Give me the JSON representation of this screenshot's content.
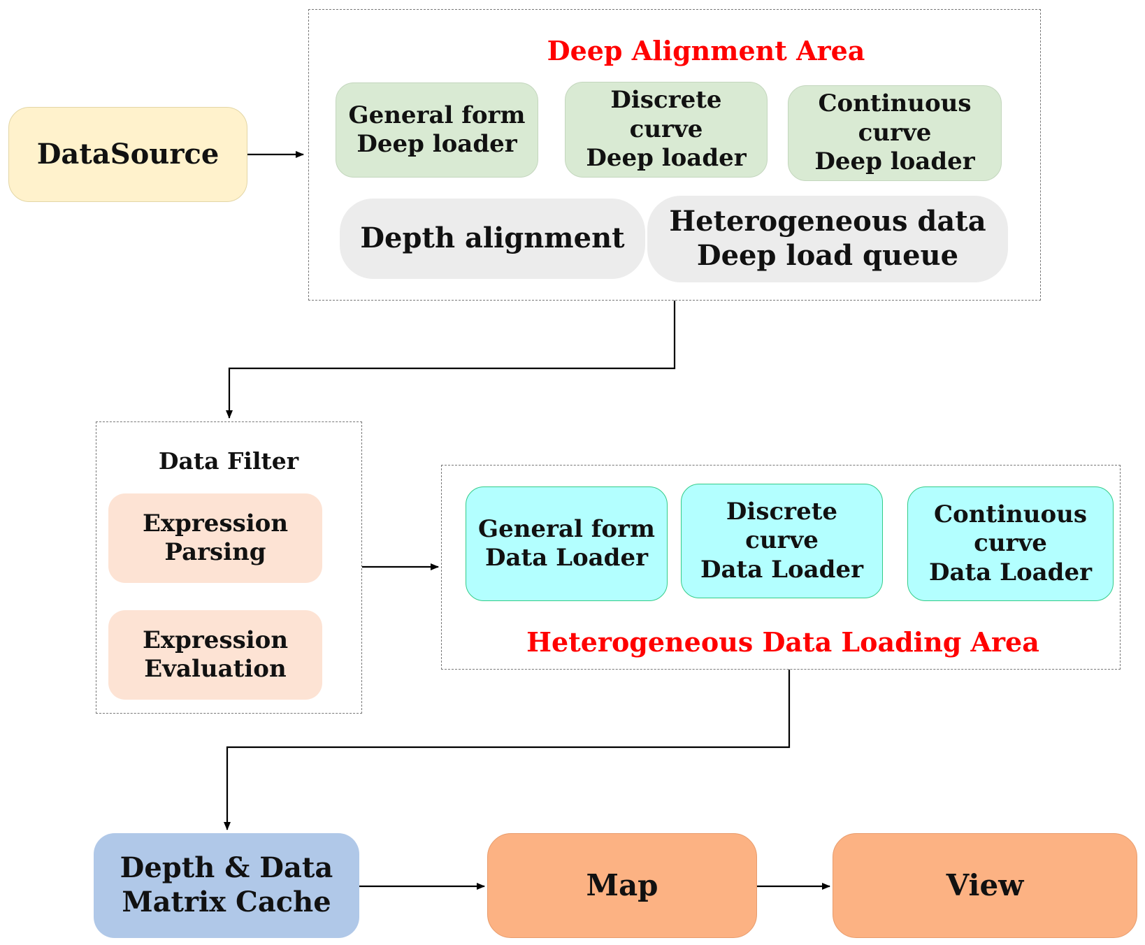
{
  "colors": {
    "title_red": "#ff0000",
    "datasource_fill": "#fff2cc",
    "loader_green": "#d9ead3",
    "alignment_grey": "#ececec",
    "filter_peach": "#fde3d4",
    "data_loader_cyan": "#b3ffff",
    "cache_blue": "#b0c8e8",
    "output_orange": "#fcb283"
  },
  "datasource": {
    "label": "DataSource"
  },
  "deep_alignment_area": {
    "title": "Deep Alignment Area",
    "general_loader": {
      "line1": "General form",
      "line2": "Deep loader"
    },
    "discrete_loader": {
      "line1": "Discrete",
      "line2": "curve",
      "line3": "Deep loader"
    },
    "continuous_loader": {
      "line1": "Continuous",
      "line2": "curve",
      "line3": "Deep loader"
    },
    "depth_alignment": {
      "label": "Depth alignment"
    },
    "load_queue": {
      "line1": "Heterogeneous data",
      "line2": "Deep load queue"
    }
  },
  "data_filter": {
    "title": "Data Filter",
    "parsing": {
      "line1": "Expression",
      "line2": "Parsing"
    },
    "evaluation": {
      "line1": "Expression",
      "line2": "Evaluation"
    }
  },
  "heterogeneous_area": {
    "title": "Heterogeneous Data Loading Area",
    "general_loader": {
      "line1": "General form",
      "line2": "Data Loader"
    },
    "discrete_loader": {
      "line1": "Discrete",
      "line2": "curve",
      "line3": "Data Loader"
    },
    "continuous_loader": {
      "line1": "Continuous",
      "line2": "curve",
      "line3": "Data Loader"
    }
  },
  "cache": {
    "line1": "Depth & Data",
    "line2": "Matrix Cache"
  },
  "map": {
    "label": "Map"
  },
  "view": {
    "label": "View"
  }
}
